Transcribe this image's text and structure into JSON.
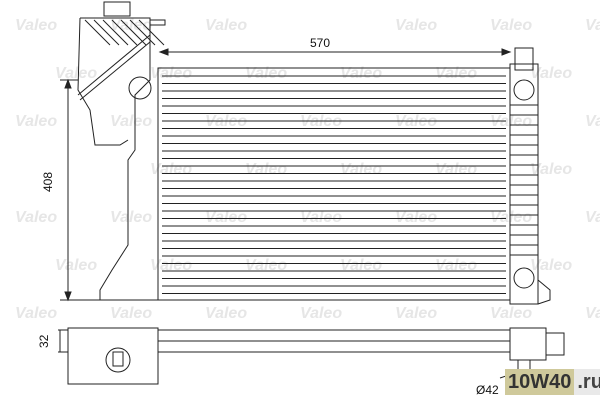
{
  "dimensions": {
    "width": "570",
    "height": "408",
    "thickness": "32",
    "pipe_diameter": "Ø42"
  },
  "watermark": {
    "brand": "Valeo",
    "site_main": "10W40",
    "site_tld": ".ru"
  }
}
